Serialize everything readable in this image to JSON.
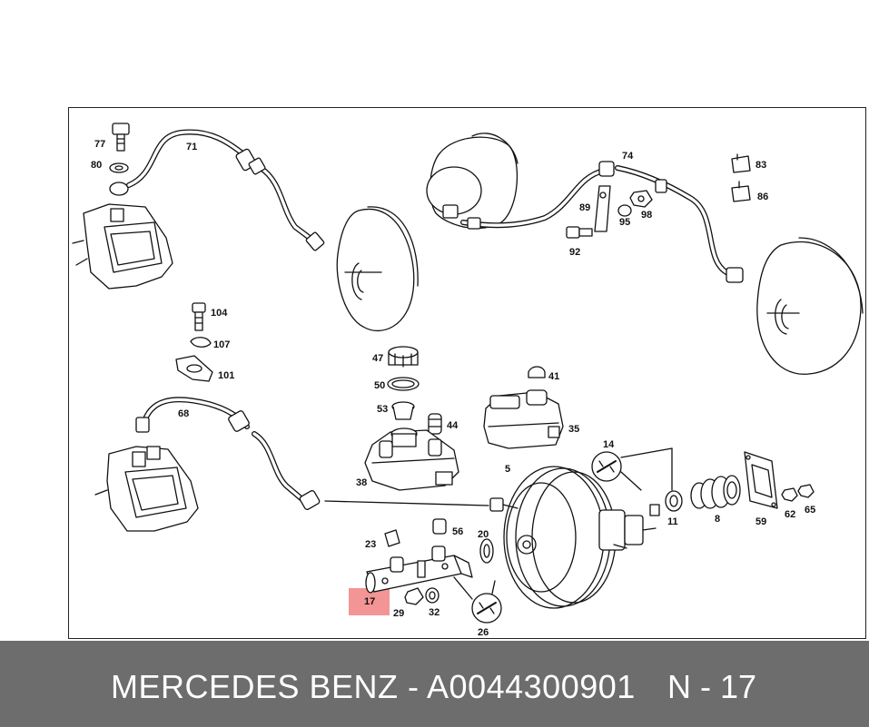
{
  "parts": {
    "p77": "77",
    "p80": "80",
    "p71": "71",
    "p74": "74",
    "p83": "83",
    "p86": "86",
    "p89": "89",
    "p95": "95",
    "p98": "98",
    "p92": "92",
    "p104": "104",
    "p107": "107",
    "p101": "101",
    "p47": "47",
    "p50": "50",
    "p53": "53",
    "p44": "44",
    "p38": "38",
    "p41": "41",
    "p35": "35",
    "p68": "68",
    "p14": "14",
    "p5": "5",
    "p11": "11",
    "p8": "8",
    "p59": "59",
    "p62": "62",
    "p65": "65",
    "p23": "23",
    "p56": "56",
    "p20": "20",
    "p17": "17",
    "p29": "29",
    "p32": "32",
    "p26": "26"
  },
  "footer": {
    "brand": "MERCEDES BENZ - A0044300901",
    "reference": "N - 17"
  },
  "colors": {
    "highlight": "#f28a8a",
    "footer_bg": "#6d6d6d"
  }
}
